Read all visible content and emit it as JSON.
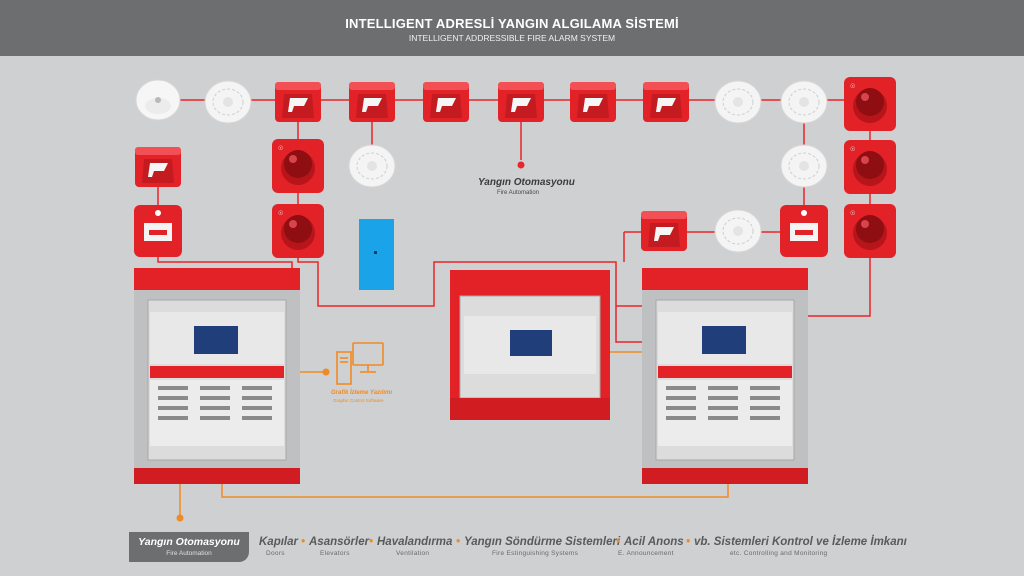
{
  "header": {
    "title": "INTELLIGENT ADRESLİ YANGIN ALGILAMA SİSTEMİ",
    "subtitle": "INTELLIGENT ADDRESSIBLE FIRE ALARM SYSTEM"
  },
  "center_label": {
    "title": "Yangın Otomasyonu",
    "subtitle": "Fire Automation"
  },
  "software_label": {
    "title": "Grafik İzleme Yazılımı",
    "subtitle": "Graphic Control Software"
  },
  "bottom": {
    "pill_title": "Yangın Otomasyonu",
    "pill_subtitle": "Fire Automation",
    "systems": [
      {
        "label": "Kapılar",
        "sub": "Doors"
      },
      {
        "label": "Asansörler",
        "sub": "Elevators"
      },
      {
        "label": "Havalandırma",
        "sub": "Ventilation"
      },
      {
        "label": "Yangın Söndürme Sistemleri",
        "sub": "Fire Estinguishing Systems"
      },
      {
        "label": "Acil Anons",
        "sub": "E. Announcement"
      },
      {
        "label": "vb. Sistemleri Kontrol ve İzleme İmkanı",
        "sub": "etc. Controlling and Monitoring"
      }
    ],
    "separator": "•"
  },
  "colors": {
    "wire_red": "#e8262b",
    "wire_orange": "#f08a24",
    "panel_red": "#e32228",
    "header_gray": "#6d6e70",
    "blue_module": "#1aa3e8"
  },
  "icons": [
    "heat-detector-icon",
    "smoke-detector-icon",
    "fire-sounder-icon",
    "strobe-beacon-icon",
    "manual-call-point-icon",
    "computer-icon",
    "fire-panel-icon"
  ]
}
